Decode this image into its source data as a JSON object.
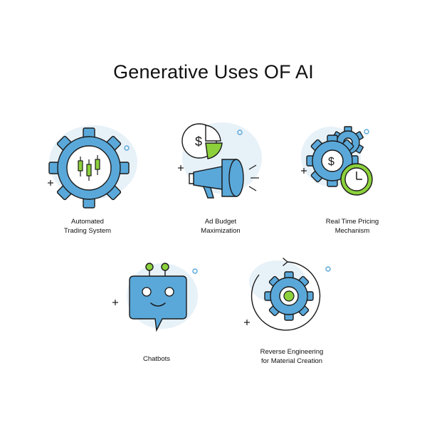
{
  "title": "Generative Uses OF AI",
  "colors": {
    "primary_blue": "#5aa8d9",
    "accent_green": "#8cd13b",
    "outline": "#1a1a1a",
    "blob": "#e7f1f8"
  },
  "items": [
    {
      "icon": "trading-gear-icon",
      "label_lines": [
        "Automated",
        "Trading System"
      ]
    },
    {
      "icon": "budget-megaphone-icon",
      "label_lines": [
        "Ad Budget",
        "Maximization"
      ]
    },
    {
      "icon": "pricing-gear-clock-icon",
      "label_lines": [
        "Real Time Pricing",
        "Mechanism"
      ]
    },
    {
      "icon": "chatbot-icon",
      "label_lines": [
        "Chatbots"
      ]
    },
    {
      "icon": "reverse-gear-icon",
      "label_lines": [
        "Reverse Engineering",
        "for Material Creation"
      ]
    }
  ]
}
